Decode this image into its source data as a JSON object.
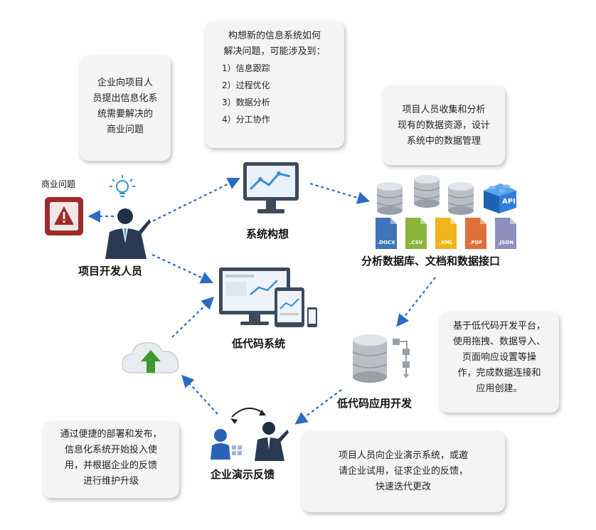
{
  "bubbles": {
    "enterprise": [
      "企业向项目人",
      "员提出信息化系",
      "统需要解决的",
      "商业问题"
    ],
    "concept_intro": [
      "构想新的信息系统如何",
      "解决问题，可能涉及到："
    ],
    "concept_items": [
      "1）信息跟踪",
      "2）过程优化",
      "3）数据分析",
      "4）分工协作"
    ],
    "collect": [
      "项目人员收集和分析",
      "现有的数据资源，设计",
      "系统中的数据管理"
    ],
    "platform": [
      "基于低代码开发平台，",
      "使用拖拽、数据导入、",
      "页面响应设置等操",
      "作，完成数据连接和",
      "应用创建。"
    ],
    "deploy": [
      "通过便捷的部署和发布，",
      "信息化系统开始投入使",
      "用，并根据企业的反馈",
      "进行维护升级"
    ],
    "demo": [
      "项目人员向企业演示系统，或邀",
      "请企业试用，征求企业的反馈，",
      "快速迭代更改"
    ]
  },
  "labels": {
    "business_problem": "商业问题",
    "developer": "项目开发人员",
    "concept": "系统构想",
    "data": "分析数据库、文档和数据接口",
    "lowcode_system": "低代码系统",
    "lowcode_dev": "低代码应用开发",
    "feedback": "企业演示反馈"
  },
  "files": [
    {
      "ext": ".DOCX",
      "color": "#3f74b8"
    },
    {
      "ext": ".CSV",
      "color": "#8cb33a"
    },
    {
      "ext": ".XML",
      "color": "#f0b51b"
    },
    {
      "ext": ".PDF",
      "color": "#e0703a"
    },
    {
      "ext": ".JSON",
      "color": "#8e8fbf"
    }
  ],
  "api_text": "API",
  "colors": {
    "arrow": "#2a6cc3",
    "accent": "#3a7fd0",
    "warning": "#9e2b2b"
  }
}
